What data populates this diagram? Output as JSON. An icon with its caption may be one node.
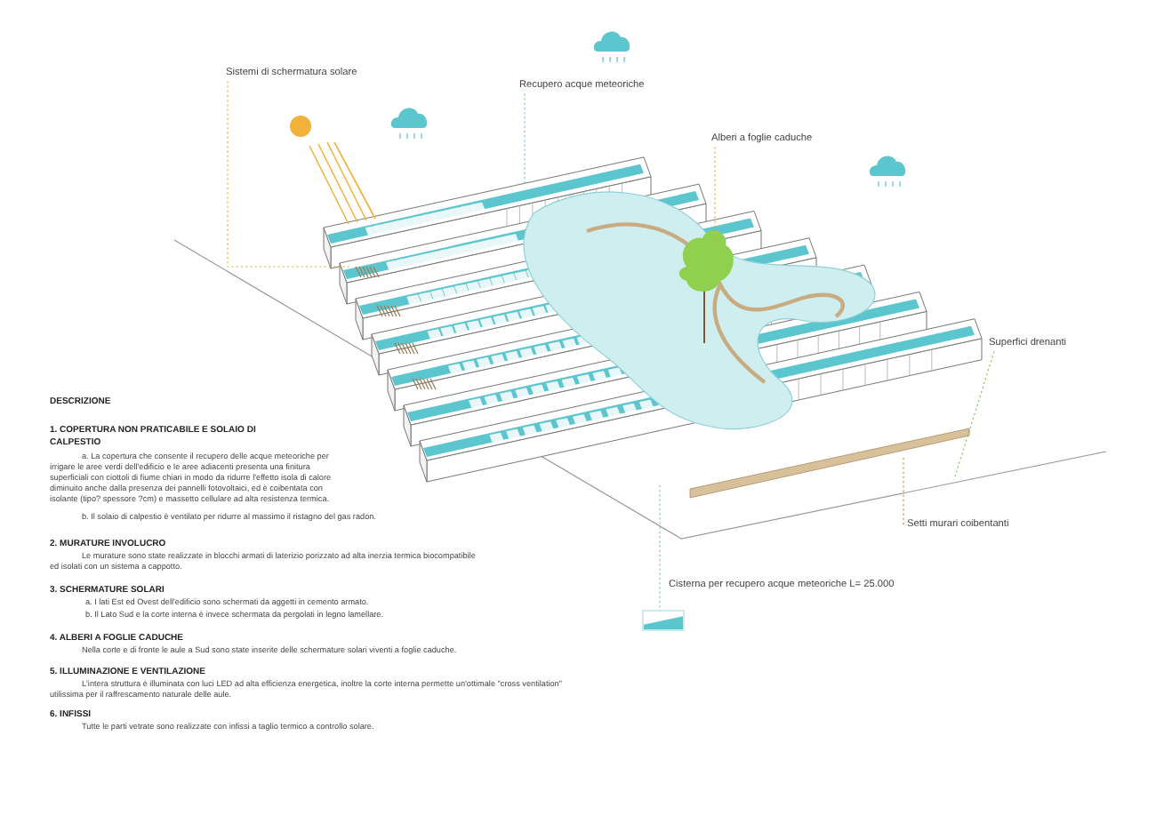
{
  "diagram": {
    "nodes": [
      {
        "text": [
          "Sistemi di schermatura solare"
        ]
      },
      {
        "text": [
          "Recupero acque meteoriche"
        ]
      },
      {
        "text": [
          "Alberi a foglie caduche"
        ]
      },
      {
        "text": [
          "Superfici drenanti"
        ]
      },
      {
        "text": [
          "Setti murari coibentanti"
        ]
      },
      {
        "text": [],
        "shape": "box",
        "beside": [
          "Cisterna per recupero acque meteoriche L= 25.000"
        ]
      }
    ],
    "edges": [
      {
        "from": 0,
        "to": null,
        "arrow": "none",
        "style": "dashed",
        "color": "#e0a830"
      },
      {
        "from": 1,
        "to": null,
        "arrow": "none",
        "style": "dashed",
        "color": "#7fb8c8"
      },
      {
        "from": 2,
        "to": null,
        "arrow": "none",
        "style": "dashed",
        "color": "#e0a830"
      },
      {
        "from": 3,
        "to": null,
        "arrow": "none",
        "style": "dashed",
        "color": "#7cc04a"
      },
      {
        "from": 4,
        "to": null,
        "arrow": "none",
        "style": "dashed",
        "color": "#c8863a"
      },
      {
        "from": null,
        "to": 5,
        "arrow": "none",
        "style": "dashed",
        "color": "#7fb8c8"
      }
    ],
    "labels": [
      "DESCRIZIONE",
      "1. COPERTURA NON PRATICABILE E SOLAIO DI CALPESTIO",
      "a. La copertura che consente il recupero delle acque meteoriche per irrigare le aree verdi dell'edificio e le aree adiacenti presenta una finitura superficiali con ciottoli di fiume chiari in modo da ridurre l'effetto isola di calore diminuito anche dalla presenza dei pannelli fotovoltaici, ed è coibentata con isolante (tipo? spessore ?cm) e massetto cellulare ad alta resistenza termica.",
      "b. Il solaio di calpestio è ventilato per ridurre al massimo il ristagno del gas radon.",
      "2. MURATURE INVOLUCRO",
      "Le murature sono state realizzate in blocchi armati di laterizio porizzato ad alta inerzia termica biocompatibile ed isolati con un sistema a cappotto.",
      "3. SCHERMATURE SOLARI",
      "a. I lati Est ed Ovest dell'edificio sono schermati da aggetti in cemento armato.",
      "b. Il Lato Sud e la corte interna è invece schermata da pergolati in legno lamellare.",
      "4. ALBERI A FOGLIE CADUCHE",
      "Nella corte e di fronte le aule a Sud sono state inserite delle schermature solari viventi a foglie caduche.",
      "5. ILLUMINAZIONE E VENTILAZIONE",
      "L'intera struttura è illuminata con luci LED ad alta efficienza energetica, inoltre la corte interna permette un'ottimale \"cross ventilation\" utilissima per il raffrescamento naturale delle aule.",
      "6. INFISSI",
      "Tutte le parti vetrate sono realizzate con infissi a taglio termico a controllo solare."
    ]
  }
}
